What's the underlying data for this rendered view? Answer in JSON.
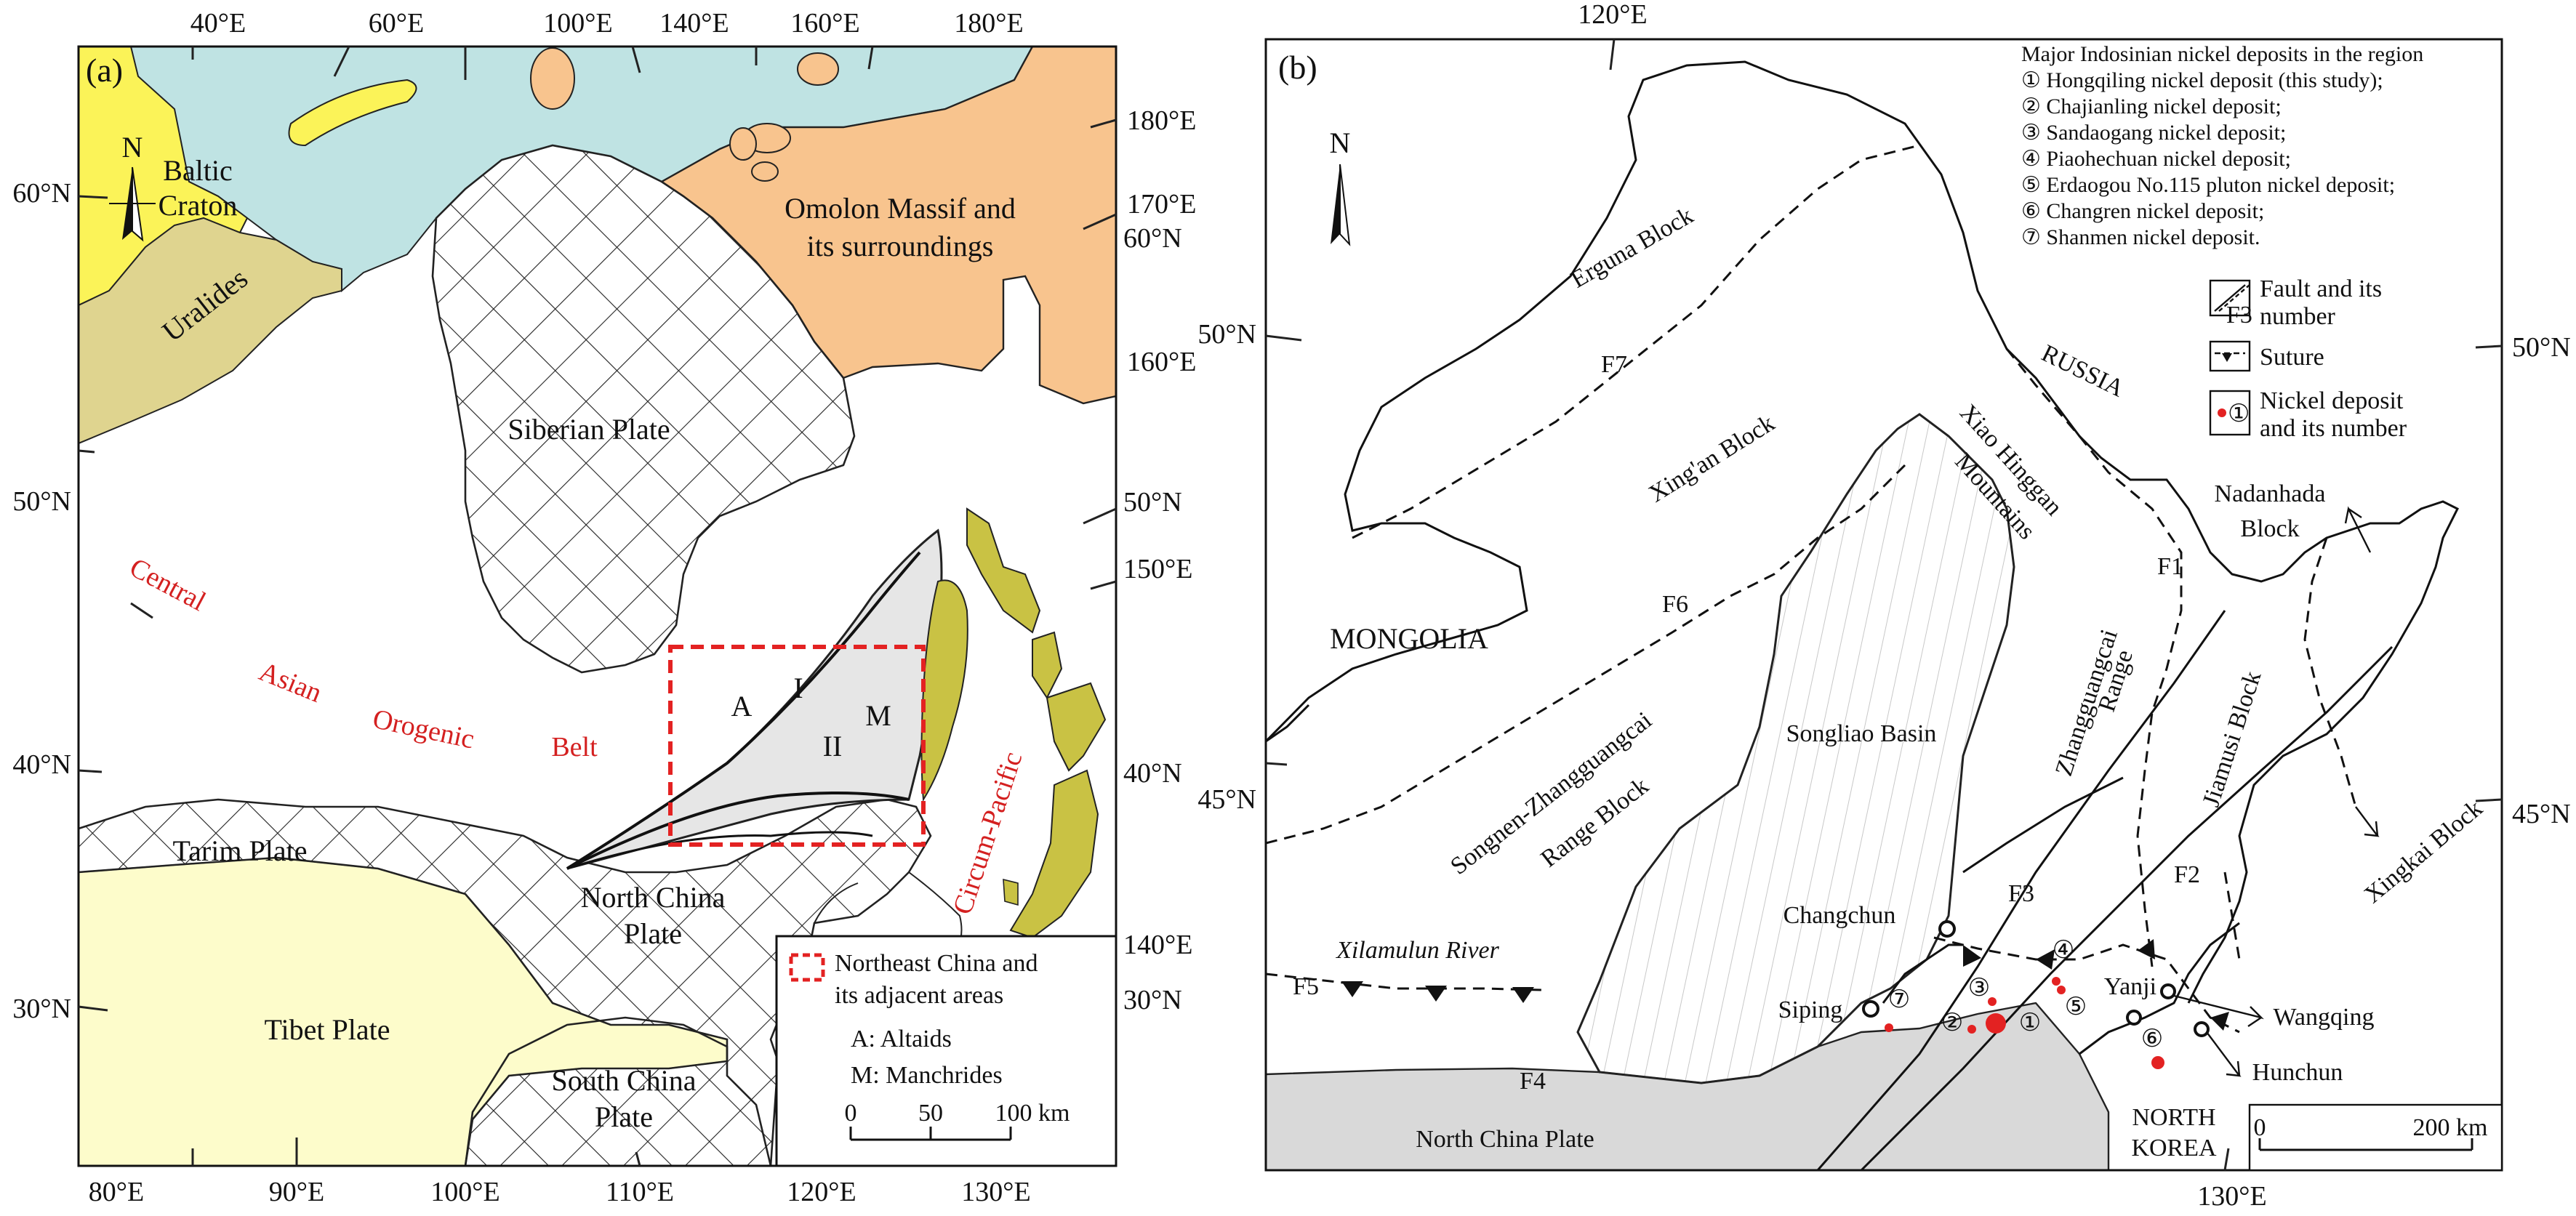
{
  "panel_a": {
    "label": "(a)",
    "top_ticks": [
      "40°E",
      "60°E",
      "100°E",
      "140°E",
      "160°E",
      "180°E"
    ],
    "left_ticks": [
      "60°N",
      "50°N",
      "40°N",
      "30°N"
    ],
    "bottom_ticks": [
      "80°E",
      "90°E",
      "100°E",
      "110°E",
      "120°E",
      "130°E"
    ],
    "right_ticks": [
      "180°E",
      "170°E",
      "60°N",
      "160°E",
      "50°N",
      "150°E",
      "40°N",
      "140°E",
      "30°N"
    ],
    "regions": {
      "baltic": "Baltic",
      "craton": "Craton",
      "uralides": "Uralides",
      "omolon_1": "Omolon Massif and",
      "omolon_2": "its surroundings",
      "siberian": "Siberian Plate",
      "tarim": "Tarim Plate",
      "tibet": "Tibet Plate",
      "north_china_1": "North China",
      "north_china_2": "Plate",
      "south_china_1": "South China",
      "south_china_2": "Plate"
    },
    "belt_words": [
      "Central",
      "Asian",
      "Orogenic",
      "Belt"
    ],
    "circum_pacific": "Circum-Pacific",
    "box_letters": {
      "a": "A",
      "i": "I",
      "m": "M",
      "ii": "II"
    },
    "north": "N",
    "legend": {
      "box_1": "Northeast China and",
      "box_2": "its adjacent areas",
      "altaids": "A: Altaids",
      "manchrides": "M: Manchrides",
      "scale_0": "0",
      "scale_50": "50",
      "scale_100": "100 km"
    },
    "colors": {
      "ocean": "#bfe3e3",
      "craton": "#fbf358",
      "uralides": "#dfd48f",
      "omolon": "#f8c48e",
      "tibet": "#fdfccb",
      "olive": "#c9c244",
      "box": "#e32222",
      "gray": "#e6e6e6"
    }
  },
  "panel_b": {
    "label": "(b)",
    "top_tick": "120°E",
    "bottom_tick": "130°E",
    "left_ticks": [
      "50°N",
      "45°N"
    ],
    "right_ticks": [
      "50°N",
      "45°N"
    ],
    "north": "N",
    "info_title": "Major Indosinian nickel deposits in the region",
    "deposits": [
      "① Hongqiling nickel deposit (this study);",
      "② Chajianling nickel deposit;",
      "③ Sandaogang nickel deposit;",
      "④ Piaohechuan nickel deposit;",
      "⑤ Erdaogou No.115 pluton nickel deposit;",
      "⑥ Changren nickel deposit;",
      "⑦ Shanmen nickel deposit."
    ],
    "legend": {
      "fault_1": "Fault and its",
      "fault_2": "number",
      "fault_code": "F3",
      "suture": "Suture",
      "nickel_1": "Nickel deposit",
      "nickel_2": "and its number",
      "nickel_num": "①"
    },
    "places": {
      "erguna": "Erguna Block",
      "xingan": "Xing'an Block",
      "mongolia": "MONGOLIA",
      "russia": "RUSSIA",
      "xiao_1": "Xiao Hinggan",
      "xiao_2": "Mountains",
      "nadanhada_1": "Nadanhada",
      "nadanhada_2": "Block",
      "songliao": "Songliao Basin",
      "zg_1": "Zhangguangcai",
      "zg_2": "Range",
      "songnen_1": "Songnen-Zhangguangcai",
      "songnen_2": "Range Block",
      "jiamusi": "Jiamusi Block",
      "xingkai": "Xingkai Block",
      "xilamulun": "Xilamulun River",
      "changchun": "Changchun",
      "siping": "Siping",
      "yanji": "Yanji",
      "wangqing": "Wangqing",
      "hunchun": "Hunchun",
      "north_china_plate": "North China Plate",
      "north_korea_1": "NORTH",
      "north_korea_2": "KOREA"
    },
    "faults": [
      "F1",
      "F2",
      "F3",
      "F4",
      "F5",
      "F6",
      "F7"
    ],
    "deposit_numbers": [
      "①",
      "②",
      "③",
      "④",
      "⑤",
      "⑥",
      "⑦"
    ],
    "scale": {
      "zero": "0",
      "km": "200 km"
    },
    "colors": {
      "deposit": "#e32222",
      "plate": "#d9d9d9",
      "basin_line": "#c8c8c8"
    }
  }
}
